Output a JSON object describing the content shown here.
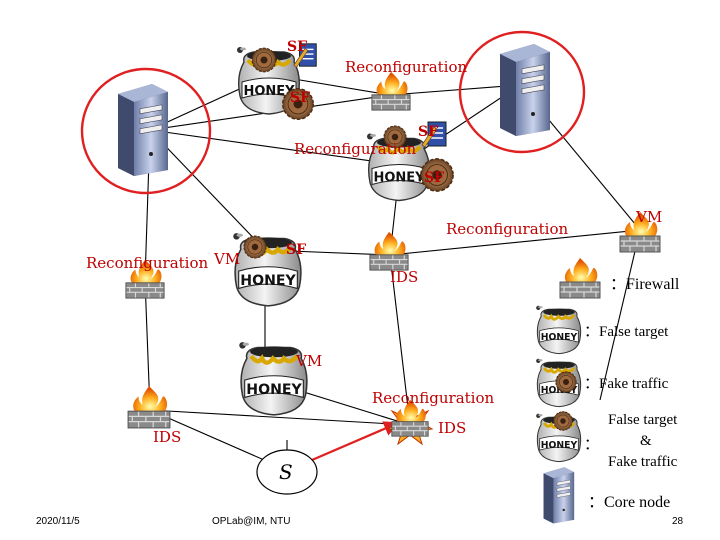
{
  "diagram": {
    "labels": {
      "reconfig_1": "Reconfiguration",
      "reconfig_2": "Reconfiguration",
      "reconfig_3": "Reconfiguration",
      "reconfig_4": "Reconfiguration",
      "reconfig_5": "Reconfiguration",
      "vm_1": "VM",
      "vm_2": "VM",
      "vm_3": "VM",
      "sf_1": "SF",
      "sf_2": "SF",
      "sf_3": "SF",
      "sf_4": "SF",
      "sf_5": "SF",
      "ids_1": "IDS",
      "ids_2": "IDS",
      "ids_3": "IDS",
      "source": "S"
    },
    "legend": {
      "firewall": "：Firewall",
      "false_target": "：False target",
      "fake_traffic": "：Fake traffic",
      "colon": "：",
      "combined_1": "False target",
      "combined_2": "&",
      "combined_3": "Fake traffic",
      "core_node": "：Core node"
    },
    "colors": {
      "highlight": "#e02020",
      "label_red": "#c00000",
      "link": "#000000"
    }
  },
  "footer": {
    "date": "2020/11/5",
    "org": "OPLab@IM, NTU",
    "page": "28"
  }
}
